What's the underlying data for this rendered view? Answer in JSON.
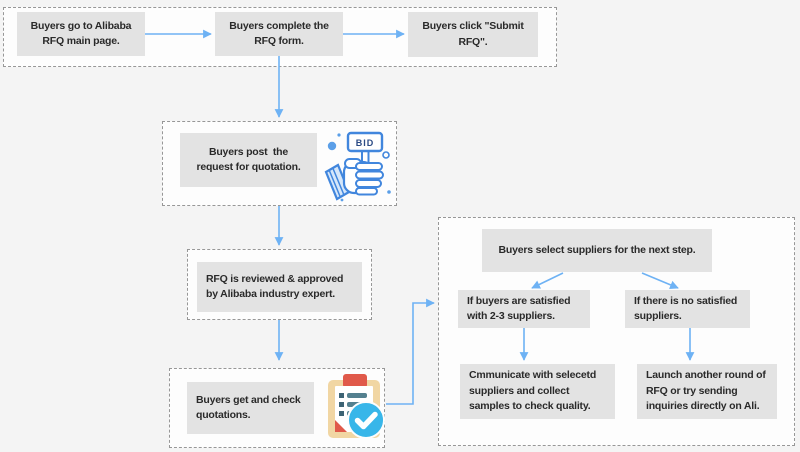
{
  "colors": {
    "page_bg": "#f4f4f4",
    "container_bg": "#fdfdfd",
    "dash_border": "#979797",
    "node_fill": "#e3e3e3",
    "text": "#2a2a2a",
    "arrow_blue": "#6eb2f4",
    "icon_outline_blue": "#4186dd",
    "icon_light_blue_fill": "#d6e7fa",
    "icon_solid_blue": "#5b9fe8",
    "bid_text_navy": "#2a4a85",
    "clipboard_tan": "#f1d6a3",
    "clip_red": "#e0594a",
    "list_slate": "#54808f",
    "check_circle_blue": "#38b6e9"
  },
  "flow": {
    "steps": {
      "go_to_rfq": "Buyers go to Alibaba\nRFQ main page.",
      "complete_form": "Buyers complete the\nRFQ form.",
      "click_submit": "Buyers click \"Submit\nRFQ\".",
      "post_request": "Buyers post  the\nrequest for quotation.",
      "review": "RFQ is reviewed & approved\nby Alibaba industry expert.",
      "get_quotations": "Buyers get and check\nquotations.",
      "select_suppliers": "Buyers select suppliers for the next step.",
      "satisfied_condition": "If buyers are satisfied\nwith 2-3 suppliers.",
      "no_satisfied_condition": "If there is no satisfied\nsuppliers.",
      "communicate_outcome": "Cmmunicate with selecetd\nsuppliers and collect\nsamples to check quality.",
      "relaunch_outcome": "Launch another round of\nRFQ or try sending\ninquiries directly on Ali."
    }
  },
  "icons": {
    "bid_sign_text": "BID"
  }
}
